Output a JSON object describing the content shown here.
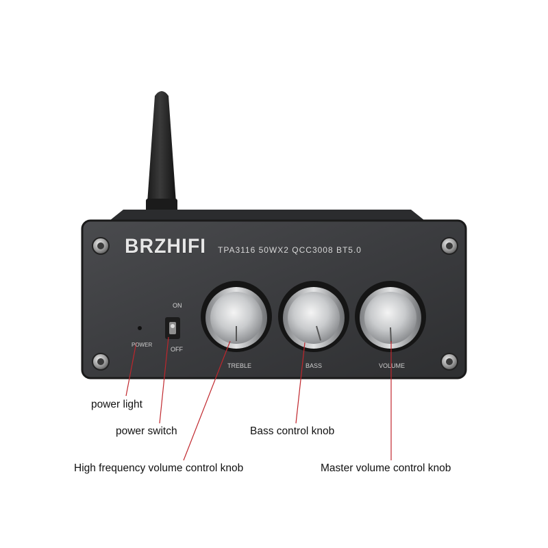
{
  "device": {
    "brand": "BRZHIFI",
    "model_line": "TPA3116 50WX2 QCC3008 BT5.0",
    "panel_labels": {
      "power": "POWER",
      "on": "ON",
      "off": "OFF",
      "treble": "TREBLE",
      "bass": "BASS",
      "volume": "VOLUME"
    }
  },
  "callouts": {
    "power_light": "power light",
    "power_switch": "power switch",
    "bass_knob": "Bass control knob",
    "treble_knob": "High frequency volume control knob",
    "volume_knob": "Master volume control knob"
  },
  "colors": {
    "leader_line": "#c0262c",
    "panel": "#3a3b3d",
    "body": "#232426",
    "knob": "#cfd1d3"
  }
}
